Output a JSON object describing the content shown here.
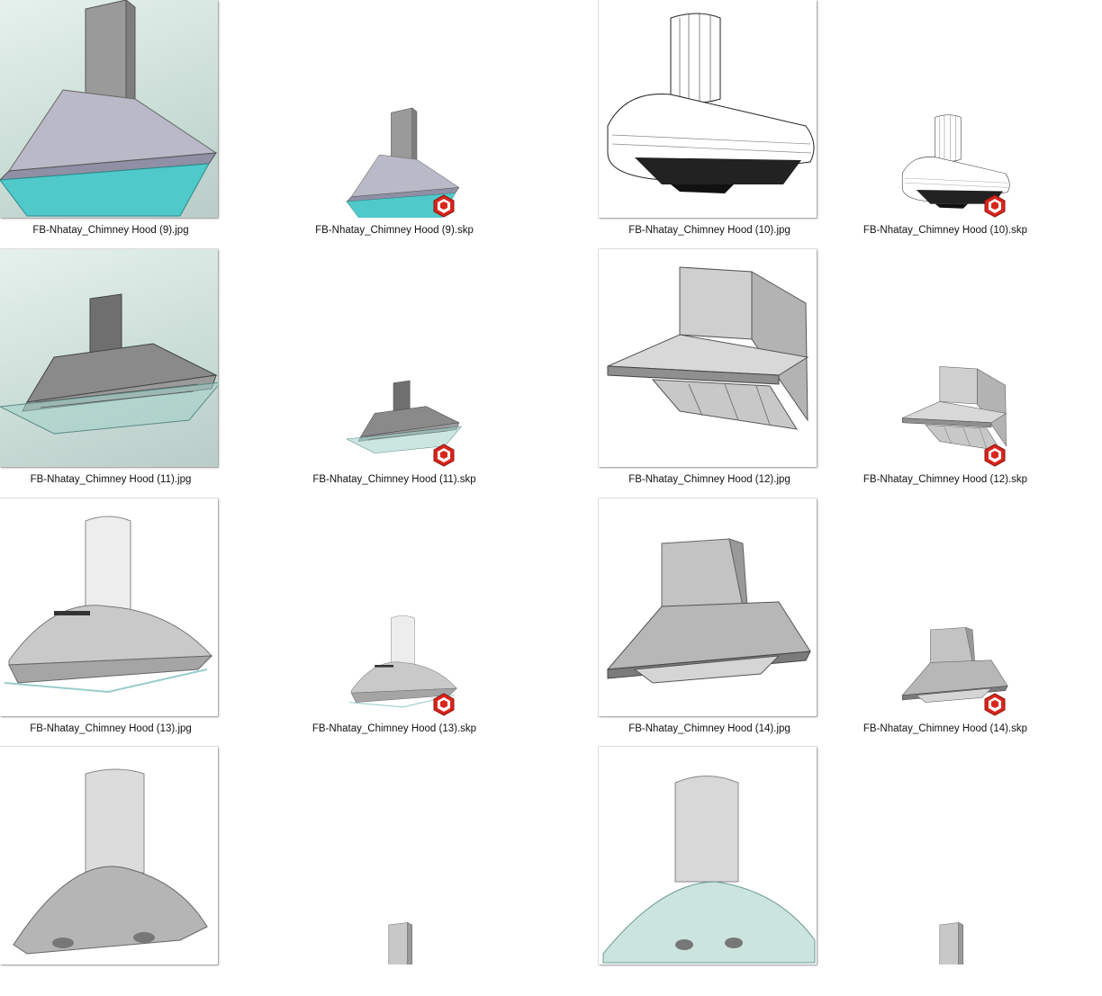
{
  "files": [
    {
      "name": "FB-Nhatay_Chimney Hood (9).jpg",
      "type": "jpg",
      "icon": "chimney-hood-icon",
      "style": "cyan-glass"
    },
    {
      "name": "FB-Nhatay_Chimney Hood (9).skp",
      "type": "skp",
      "icon": "sketchup-file-icon",
      "style": "cyan-glass"
    },
    {
      "name": "FB-Nhatay_Chimney Hood (10).jpg",
      "type": "jpg",
      "icon": "chimney-hood-icon",
      "style": "wireframe"
    },
    {
      "name": "FB-Nhatay_Chimney Hood (10).skp",
      "type": "skp",
      "icon": "sketchup-file-icon",
      "style": "wireframe"
    },
    {
      "name": "FB-Nhatay_Chimney Hood (11).jpg",
      "type": "jpg",
      "icon": "chimney-hood-icon",
      "style": "flat-glass"
    },
    {
      "name": "FB-Nhatay_Chimney Hood (11).skp",
      "type": "skp",
      "icon": "sketchup-file-icon",
      "style": "flat-glass"
    },
    {
      "name": "FB-Nhatay_Chimney Hood (12).jpg",
      "type": "jpg",
      "icon": "chimney-hood-icon",
      "style": "box"
    },
    {
      "name": "FB-Nhatay_Chimney Hood (12).skp",
      "type": "skp",
      "icon": "sketchup-file-icon",
      "style": "box"
    },
    {
      "name": "FB-Nhatay_Chimney Hood (13).jpg",
      "type": "jpg",
      "icon": "chimney-hood-icon",
      "style": "curved"
    },
    {
      "name": "FB-Nhatay_Chimney Hood (13).skp",
      "type": "skp",
      "icon": "sketchup-file-icon",
      "style": "curved"
    },
    {
      "name": "FB-Nhatay_Chimney Hood (14).jpg",
      "type": "jpg",
      "icon": "chimney-hood-icon",
      "style": "pyramid"
    },
    {
      "name": "FB-Nhatay_Chimney Hood (14).skp",
      "type": "skp",
      "icon": "sketchup-file-icon",
      "style": "pyramid"
    },
    {
      "name": "",
      "type": "jpg",
      "icon": "chimney-hood-icon",
      "style": "curved-steel"
    },
    {
      "name": "",
      "type": "skp",
      "icon": "sketchup-file-icon",
      "style": "column"
    },
    {
      "name": "",
      "type": "jpg",
      "icon": "chimney-hood-icon",
      "style": "curved-glass"
    },
    {
      "name": "",
      "type": "skp",
      "icon": "sketchup-file-icon",
      "style": "column"
    }
  ],
  "colors": {
    "sketchup_red": "#d9261c",
    "glass_cyan": "#4fc9c9",
    "steel": "#a9a9a9"
  }
}
